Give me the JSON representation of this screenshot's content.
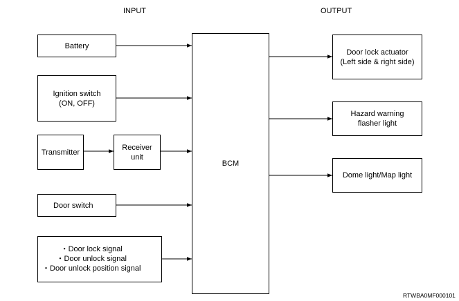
{
  "headings": {
    "input": "INPUT",
    "output": "OUTPUT"
  },
  "inputs": {
    "battery": "Battery",
    "ignition": "Ignition switch\n(ON, OFF)",
    "transmitter": "Transmitter",
    "receiver": "Receiver\nunit",
    "door_switch": "Door switch",
    "signals": [
      "・Door lock signal",
      "・Door unlock signal",
      "・Door unlock position signal"
    ]
  },
  "center": "BCM",
  "outputs": {
    "door_lock_actuator": "Door lock actuator\n(Left side & right side)",
    "hazard": "Hazard warning\nflasher light",
    "dome": "Dome light/Map light"
  },
  "figure_code": "RTWBA0MF000101"
}
